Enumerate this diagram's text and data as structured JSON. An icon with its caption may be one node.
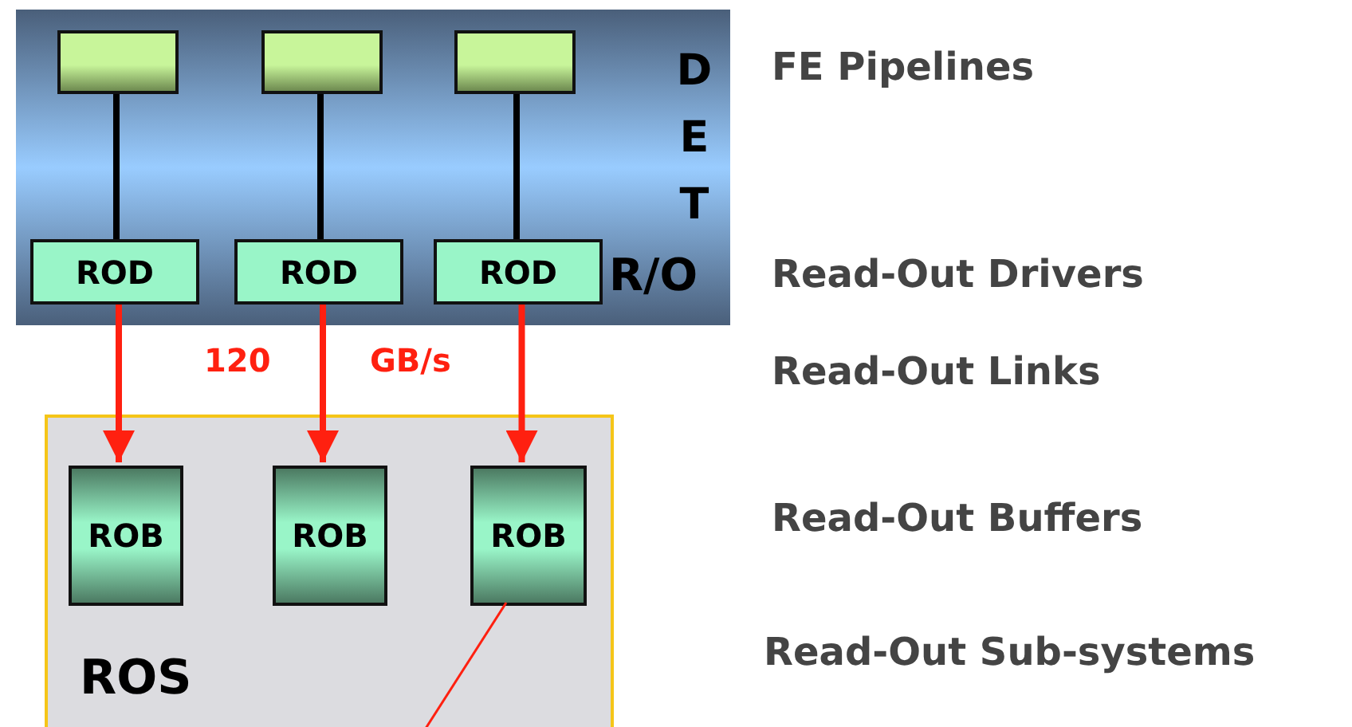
{
  "diagram": {
    "nodes": [
      {
        "text": [
          "DET",
          "R/O"
        ]
      },
      {
        "text": [],
        "shape": "box",
        "in": 0
      },
      {
        "text": [],
        "shape": "box",
        "in": 0
      },
      {
        "text": [],
        "shape": "box",
        "in": 0
      },
      {
        "text": [
          "ROD"
        ],
        "in": 0
      },
      {
        "text": [
          "ROD"
        ],
        "in": 0
      },
      {
        "text": [
          "ROD"
        ],
        "in": 0
      },
      {
        "text": [
          "ROS"
        ]
      },
      {
        "text": [
          "ROB"
        ],
        "in": 7
      },
      {
        "text": [
          "ROB"
        ],
        "in": 7
      },
      {
        "text": [
          "ROB"
        ],
        "in": 7
      }
    ],
    "edges": [
      {
        "from": 1,
        "to": 4,
        "arrow": "none",
        "color": "#000000"
      },
      {
        "from": 2,
        "to": 5,
        "arrow": "none",
        "color": "#000000"
      },
      {
        "from": 3,
        "to": 6,
        "arrow": "none",
        "color": "#000000"
      },
      {
        "from": 4,
        "to": 8,
        "arrow": "to",
        "color": "#ff2010"
      },
      {
        "from": 5,
        "to": 9,
        "arrow": "to",
        "color": "#ff2010"
      },
      {
        "from": 6,
        "to": 10,
        "arrow": "to",
        "color": "#ff2010"
      },
      {
        "from": 10,
        "to": null,
        "arrow": "none",
        "color": "#ff2010"
      }
    ],
    "labels": [
      "FE Pipelines",
      "Read-Out Drivers",
      "120",
      "GB/s",
      "Read-Out Links",
      "Read-Out Buffers",
      "Read-Out Sub-systems"
    ]
  }
}
